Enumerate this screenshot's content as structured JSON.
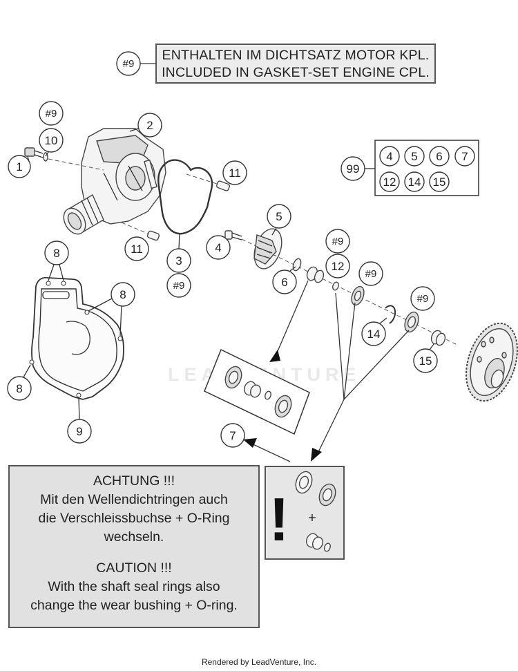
{
  "note": {
    "ref": "#9",
    "line_de": "ENTHALTEN IM DICHTSATZ MOTOR KPL.",
    "line_en": "INCLUDED IN GASKET-SET ENGINE CPL."
  },
  "kit": {
    "ref": "99",
    "items": [
      "4",
      "5",
      "6",
      "7",
      "12",
      "14",
      "15"
    ]
  },
  "callouts": {
    "p1": "1",
    "p2": "2",
    "p3": "3",
    "p4": "4",
    "p5": "5",
    "p6": "6",
    "p7": "7",
    "p8a": "8",
    "p8b": "8",
    "p8c": "8",
    "p9": "9",
    "p10": "10",
    "p11a": "11",
    "p11b": "11",
    "p12": "12",
    "p14": "14",
    "p15": "15",
    "h9a": "#9",
    "h9b": "#9",
    "h9c": "#9",
    "h9d": "#9",
    "h9e": "#9"
  },
  "caution": {
    "title_de": "ACHTUNG !!!",
    "line1_de": "Mit den Wellendichtringen auch",
    "line2_de": "die Verschleissbuchse + O-Ring",
    "line3_de": "wechseln.",
    "title_en": "CAUTION !!!",
    "line1_en": "With the shaft seal rings also",
    "line2_en": "change the wear bushing + O-ring."
  },
  "warning_panel": {
    "exclaim": "!",
    "plus": "+"
  },
  "watermark": "LEADVENTURE",
  "footer": "Rendered by LeadVenture, Inc."
}
